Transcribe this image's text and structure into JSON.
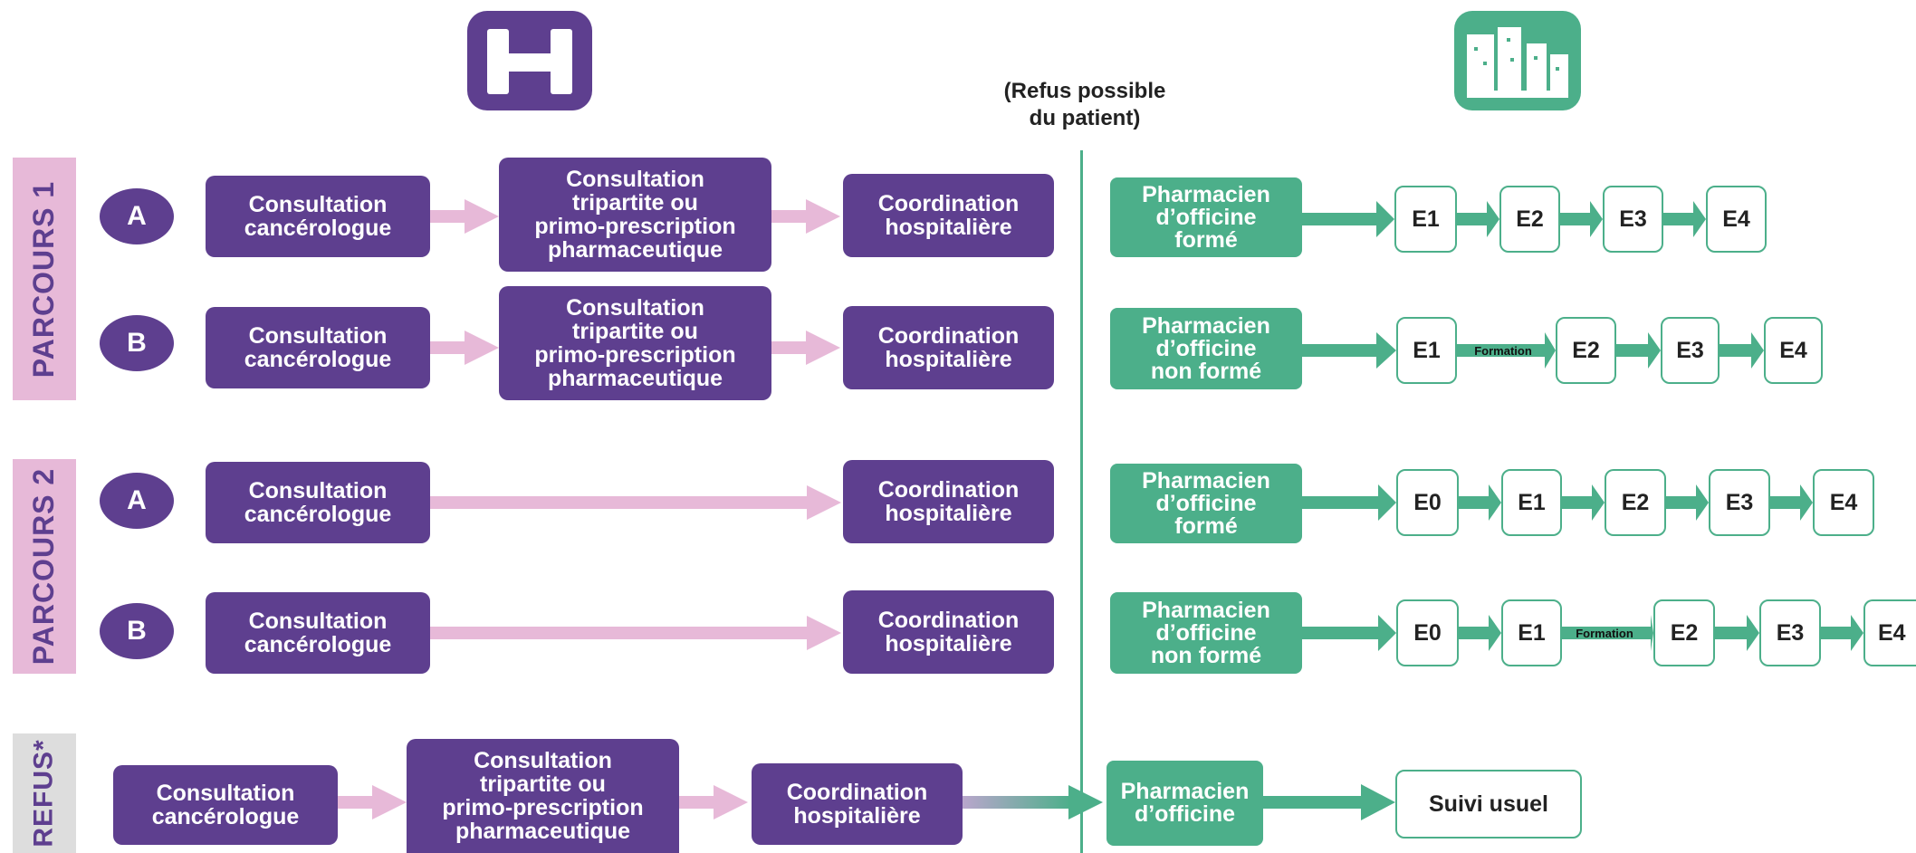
{
  "colors": {
    "purple": "#5e3f8f",
    "pink": "#e7b9d8",
    "green": "#4caf8a",
    "gray_band": "#dddddd"
  },
  "icons": {
    "hospital": "hospital-h-icon",
    "city": "city-buildings-icon"
  },
  "refusal_note": "(Refus possible\ndu patient)",
  "sections": {
    "parcours1": "PARCOURS 1",
    "parcours2": "PARCOURS 2",
    "refus": "REFUS*"
  },
  "letters": {
    "a": "A",
    "b": "B"
  },
  "hospital_labels": {
    "consultation": "Consultation\ncancérologue",
    "tripartite": "Consultation\ntripartite ou\nprimo-prescription\npharmaceutique",
    "coordination": "Coordination\nhospitalière"
  },
  "pharmacist_labels": {
    "forme": "Pharmacien\nd’officine\nformé",
    "non_forme": "Pharmacien\nd’officine\nnon formé",
    "generic": "Pharmacien\nd’officine"
  },
  "steps": {
    "e0": "E0",
    "e1": "E1",
    "e2": "E2",
    "e3": "E3",
    "e4": "E4"
  },
  "formation_label": "Formation",
  "suivi_usuel": "Suivi usuel"
}
